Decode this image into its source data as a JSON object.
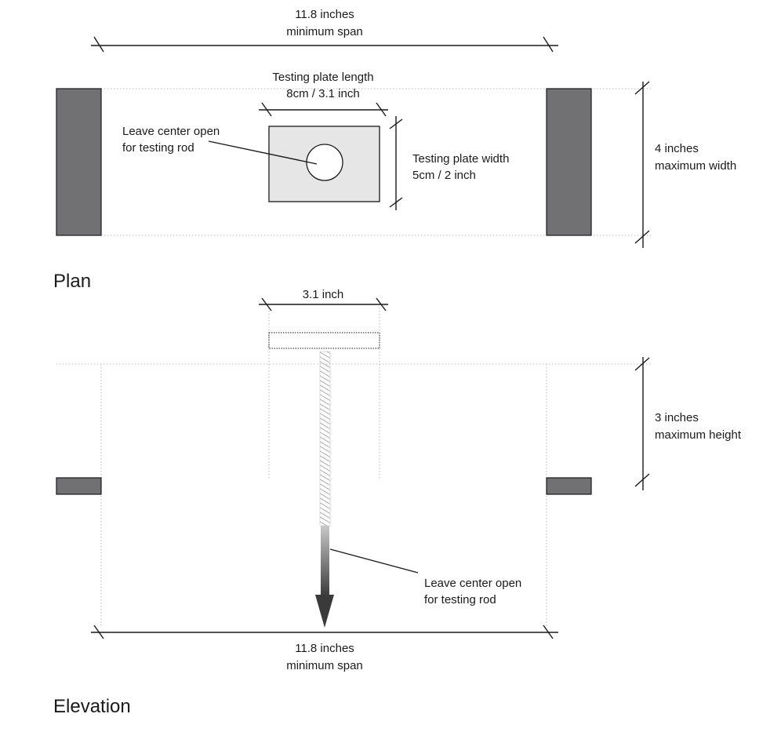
{
  "plan": {
    "section_label": "Plan",
    "span_top": {
      "line1": "11.8 inches",
      "line2": "minimum span"
    },
    "plate_length": {
      "line1": "Testing plate length",
      "line2": "8cm / 3.1 inch"
    },
    "plate_width": {
      "line1": "Testing plate width",
      "line2": "5cm / 2 inch"
    },
    "center_note": {
      "line1": "Leave center open",
      "line2": "for testing rod"
    },
    "max_width": {
      "line1": "4 inches",
      "line2": "maximum width"
    }
  },
  "elevation": {
    "section_label": "Elevation",
    "plate_dim": "3.1 inch",
    "max_height": {
      "line1": "3 inches",
      "line2": "maximum height"
    },
    "center_note": {
      "line1": "Leave center open",
      "line2": "for testing rod"
    },
    "span_bottom": {
      "line1": "11.8 inches",
      "line2": "minimum span"
    }
  },
  "colors": {
    "support_fill": "#717173",
    "plate_fill": "#e6e6e6",
    "line": "#1a1a1a",
    "guide": "#b8b8b8"
  }
}
